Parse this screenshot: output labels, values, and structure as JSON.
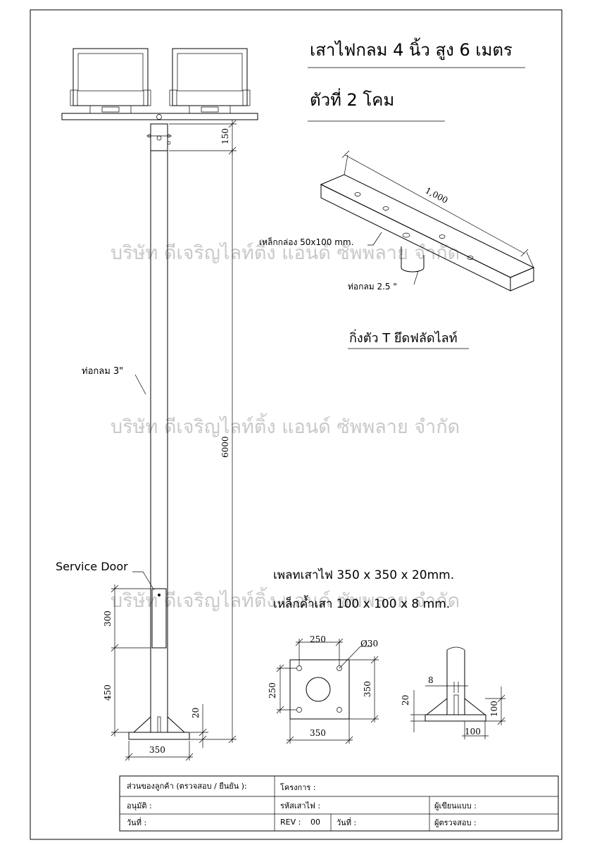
{
  "title": "เสาไฟกลม 4 นิ้ว สูง 6 เมตร",
  "subtitle": "ตัวที่ 2  โคม",
  "watermark": "บริษัท ดีเจริญไลท์ติ้ง แอนด์ ซัพพลาย จำกัด",
  "bracket": {
    "length_label": "1,000",
    "box_steel_label": "เหล็กกล่อง  50x100 mm.",
    "pipe_label": "ท่อกลม 2.5 \"",
    "caption": "กิ่งตัว T ยึดฟลัดไลท์"
  },
  "pole": {
    "pipe_label": "ท่อกลม 3\"",
    "service_door_label": "Service Door",
    "dim_top": "150",
    "dim_height": "6000",
    "dim_door": "300",
    "dim_door_base": "450",
    "dim_plate_thk": "20",
    "dim_base_width": "350"
  },
  "notes": {
    "plate": "เพลทเสาไฟ  350 x 350 x 20mm.",
    "gusset": "เหล็กค้ำเสา 100 x 100 x 8 mm."
  },
  "base_plate": {
    "dim_hole_spacing_top": "250",
    "dim_hole_dia": "Ø30",
    "dim_hole_spacing_side": "250",
    "dim_side": "350",
    "dim_bottom": "350"
  },
  "gusset_detail": {
    "dim_thk": "8",
    "dim_plate": "20",
    "dim_height": "100",
    "dim_width": "100"
  },
  "title_block": {
    "customer_label": "ส่วนของลูกค้า  (ตรวจสอบ / ยืนยัน ):",
    "project_label": "โครงการ  :",
    "approve_label": "อนุมัติ   :",
    "pole_code_label": "รหัสเสาไฟ  :",
    "designer_label": "ผู้เขียนแบบ  :",
    "date_label": "วันที่  :",
    "rev_label": "REV :",
    "rev_value": "00",
    "date2_label": "วันที่  :",
    "checker_label": "ผู้ตรวจสอบ  :"
  }
}
